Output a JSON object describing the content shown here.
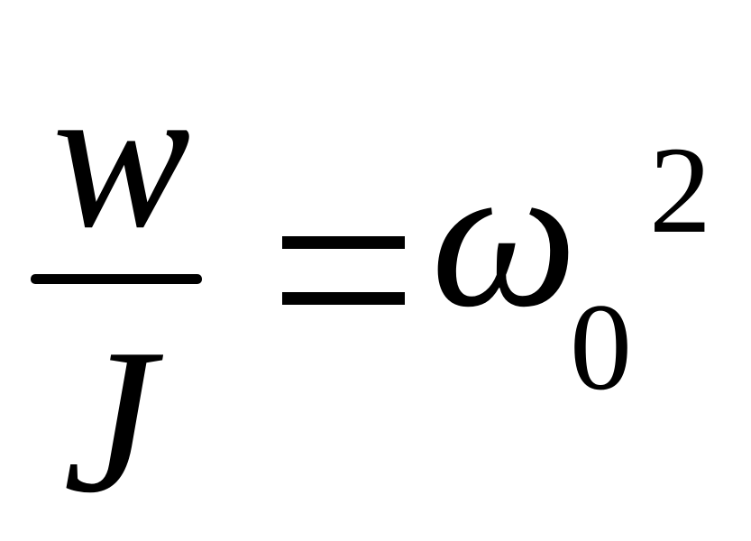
{
  "equation": {
    "numerator": "w",
    "denominator": "J",
    "equals": "=",
    "omega": "ω",
    "subscript": "0",
    "superscript": "2"
  }
}
